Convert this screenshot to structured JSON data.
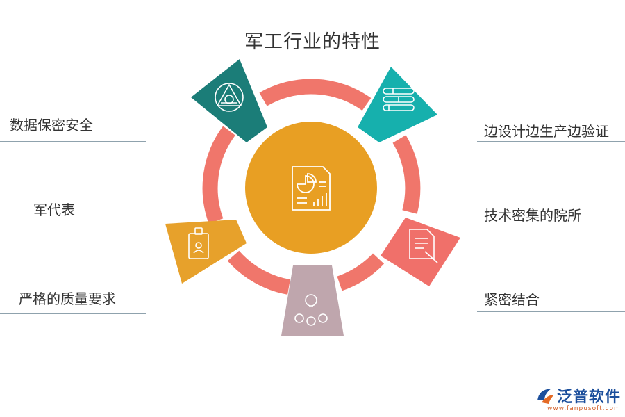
{
  "title": "军工行业的特性",
  "left_items": [
    {
      "text": "数据保密安全"
    },
    {
      "text": "军代表"
    },
    {
      "text": "严格的质量要求"
    }
  ],
  "right_items": [
    {
      "text": "边设计边生产边验证"
    },
    {
      "text": "技术密集的院所"
    },
    {
      "text": "紧密结合"
    }
  ],
  "segments": [
    {
      "icon": "triangle-gear-icon",
      "color": "#1b7d78"
    },
    {
      "icon": "stacked-bars-icon",
      "color": "#16b0ad"
    },
    {
      "icon": "document-pen-icon",
      "color": "#f0706a"
    },
    {
      "icon": "people-idea-icon",
      "color": "#bfa6ad"
    },
    {
      "icon": "id-badge-icon",
      "color": "#e7a12b"
    }
  ],
  "center": {
    "icon": "report-chart-icon",
    "color": "#e89f23"
  },
  "ring_color": "#f0766b",
  "logo": {
    "name": "泛普软件",
    "url": "www.fanpusoft.com"
  }
}
